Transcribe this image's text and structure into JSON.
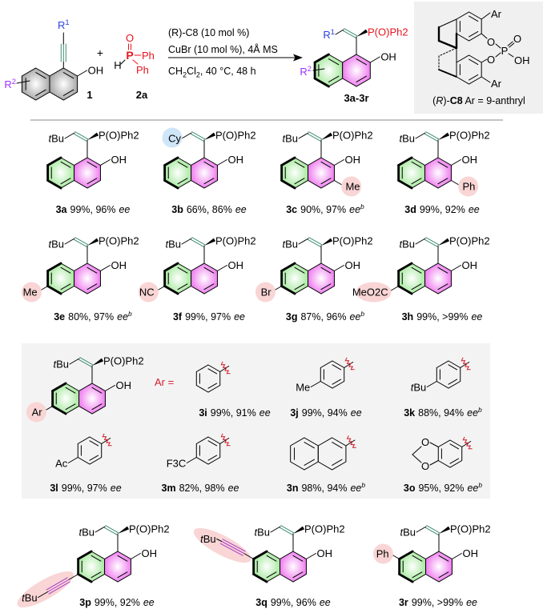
{
  "scheme": {
    "reactant1": {
      "r1": "R1",
      "r2": "R2",
      "oh": "OH",
      "label": "1"
    },
    "plus": "+",
    "reactant2": {
      "o": "O",
      "p": "P",
      "ph1": "Ph",
      "ph2": "Ph",
      "h": "H",
      "label": "2a"
    },
    "conditions": [
      "(R)-C8 (10 mol %)",
      "CuBr (10 mol %), 4Å MS",
      "CH2Cl2, 40 °C, 48 h"
    ],
    "product": {
      "r1": "R1",
      "r2": "R2",
      "phosphine": "P(O)Ph2",
      "oh": "OH",
      "label": "3a-3r"
    },
    "catalyst": {
      "ar_top": "Ar",
      "ar_bottom": "Ar",
      "o1": "O",
      "o2": "O",
      "p": "P",
      "o_double": "O",
      "oh": "OH",
      "caption": "(R)-C8 Ar = 9-anthryl"
    }
  },
  "colors": {
    "phosphorus_red": "#e8141e",
    "r1_blue": "#2b3fe0",
    "r2_purple": "#9b30ff",
    "vinyl_green": "#3f8f6f",
    "alkyne_purple": "#a63cc8",
    "highlight_pink": "#f9d5d5",
    "highlight_blue": "#cfe5f8",
    "panel_gray": "#f3f3f3"
  },
  "products": [
    {
      "r1": "tBu",
      "phosphine": "P(O)Ph2",
      "oh": "OH",
      "label": "3a",
      "result": "99%, 96%",
      "ee": "ee"
    },
    {
      "r1": "Cy",
      "phosphine": "P(O)Ph2",
      "oh": "OH",
      "label": "3b",
      "result": "66%, 86%",
      "ee": "ee"
    },
    {
      "r1": "tBu",
      "phosphine": "P(O)Ph2",
      "oh": "OH",
      "substituent": "Me",
      "label": "3c",
      "result": "90%, 97%",
      "ee": "ee",
      "note": "b"
    },
    {
      "r1": "tBu",
      "phosphine": "P(O)Ph2",
      "oh": "OH",
      "substituent": "Ph",
      "label": "3d",
      "result": "99%, 92%",
      "ee": "ee"
    },
    {
      "r1": "tBu",
      "phosphine": "P(O)Ph2",
      "oh": "OH",
      "substituent": "Me",
      "label": "3e",
      "result": "80%, 97%",
      "ee": "ee",
      "note": "b"
    },
    {
      "r1": "tBu",
      "phosphine": "P(O)Ph2",
      "oh": "OH",
      "substituent": "NC",
      "label": "3f",
      "result": "99%, 97%",
      "ee": "ee"
    },
    {
      "r1": "tBu",
      "phosphine": "P(O)Ph2",
      "oh": "OH",
      "substituent": "Br",
      "label": "3g",
      "result": "87%, 96%",
      "ee": "ee",
      "note": "b"
    },
    {
      "r1": "tBu",
      "phosphine": "P(O)Ph2",
      "oh": "OH",
      "substituent": "MeO2C",
      "label": "3h",
      "result": "99%, >99%",
      "ee": "ee"
    },
    {
      "r1": "tBu",
      "phosphine": "P(O)Ph2",
      "oh": "OH",
      "substituent": "tBu",
      "label": "3p",
      "result": "99%, 92%",
      "ee": "ee"
    },
    {
      "r1": "tBu",
      "phosphine": "P(O)Ph2",
      "oh": "OH",
      "substituent": "tBu",
      "label": "3q",
      "result": "99%, 96%",
      "ee": "ee"
    },
    {
      "r1": "tBu",
      "phosphine": "P(O)Ph2",
      "oh": "OH",
      "substituent": "Ph",
      "label": "3r",
      "result": "99%, >99%",
      "ee": "ee"
    }
  ],
  "aryl_panel": {
    "core": {
      "r1": "tBu",
      "phosphine": "P(O)Ph2",
      "oh": "OH",
      "substituent": "Ar"
    },
    "ar_equals": "Ar =",
    "entries": [
      {
        "label": "3i",
        "result": "99%, 91%",
        "ee": "ee"
      },
      {
        "label": "3j",
        "result": "99%, 94%",
        "ee": "ee",
        "group": "Me"
      },
      {
        "label": "3k",
        "result": "88%, 94%",
        "ee": "ee",
        "note": "b",
        "group": "tBu"
      },
      {
        "label": "3l",
        "result": "99%, 97%",
        "ee": "ee",
        "group": "Ac"
      },
      {
        "label": "3m",
        "result": "82%, 98%",
        "ee": "ee",
        "group": "F3C"
      },
      {
        "label": "3n",
        "result": "98%, 94%",
        "ee": "ee",
        "note": "b"
      },
      {
        "label": "3o",
        "result": "95%, 92%",
        "ee": "ee",
        "note": "b",
        "oxygens": [
          "O",
          "O"
        ]
      }
    ]
  }
}
